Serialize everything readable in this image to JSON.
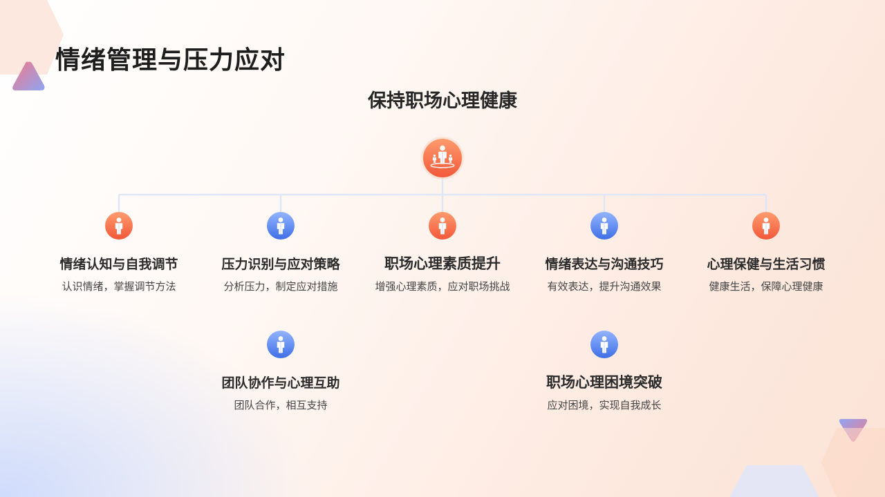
{
  "title": "情绪管理与压力应对",
  "subtitle": "保持职场心理健康",
  "colors": {
    "orange_start": "#ff9a6c",
    "orange_end": "#f05a3a",
    "blue_start": "#8fb1ff",
    "blue_end": "#3d6fe6",
    "connector": "#dfe6f5"
  },
  "root": {
    "icon": "group-person-icon"
  },
  "nodes": [
    {
      "id": "n1",
      "label": "情绪认知与自我调节",
      "desc": "认识情绪，掌握调节方法",
      "color": "orange",
      "icon": "person-icon"
    },
    {
      "id": "n2",
      "label": "压力识别与应对策略",
      "desc": "分析压力，制定应对措施",
      "color": "blue",
      "icon": "person-icon"
    },
    {
      "id": "n3",
      "label": "职场心理素质提升",
      "desc": "增强心理素质，应对职场挑战",
      "color": "orange",
      "icon": "person-icon"
    },
    {
      "id": "n4",
      "label": "情绪表达与沟通技巧",
      "desc": "有效表达，提升沟通效果",
      "color": "blue",
      "icon": "person-icon"
    },
    {
      "id": "n5",
      "label": "心理保健与生活习惯",
      "desc": "健康生活，保障心理健康",
      "color": "orange",
      "icon": "person-icon"
    },
    {
      "id": "n6",
      "label": "团队协作与心理互助",
      "desc": "团队合作，相互支持",
      "color": "blue",
      "icon": "person-icon"
    },
    {
      "id": "n7",
      "label": "职场心理困境突破",
      "desc": "应对困境，实现自我成长",
      "color": "blue",
      "icon": "person-icon"
    }
  ]
}
